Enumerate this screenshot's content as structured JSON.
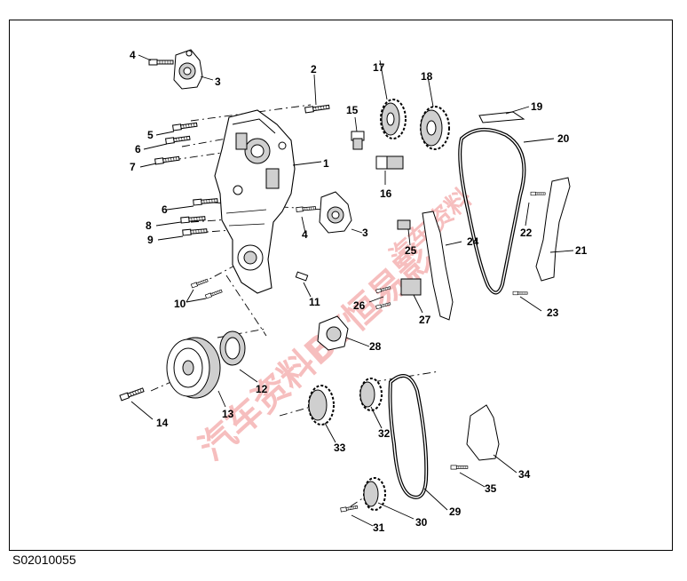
{
  "figure": {
    "code": "S02010055",
    "watermark_text": "汽车资料BY恒易影",
    "watermark_text_2": "汽车资料",
    "colors": {
      "line": "#000000",
      "shade": "#cfcfcf",
      "watermark": "#f08a8a"
    }
  },
  "callouts": [
    "1",
    "2",
    "3",
    "4",
    "5",
    "6",
    "7",
    "8",
    "9",
    "10",
    "11",
    "12",
    "13",
    "14",
    "15",
    "16",
    "17",
    "18",
    "19",
    "20",
    "21",
    "22",
    "23",
    "24",
    "25",
    "26",
    "27",
    "28",
    "29",
    "30",
    "31",
    "32",
    "33",
    "34",
    "35"
  ],
  "callout_extra": [
    "4",
    "6",
    "3"
  ]
}
